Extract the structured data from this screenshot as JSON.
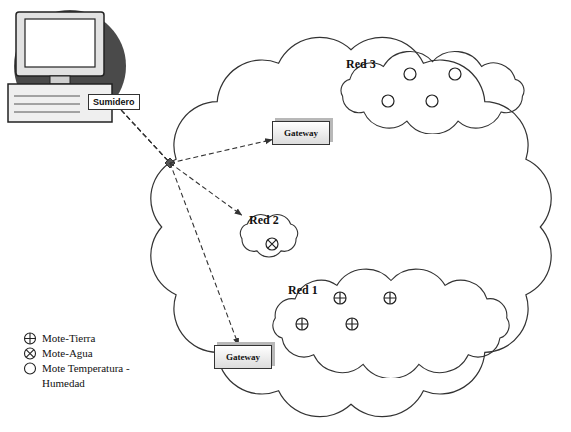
{
  "diagram": {
    "nodes": [
      {
        "text": [
          "Sumidero"
        ]
      },
      {
        "text": [
          "Red 3"
        ]
      },
      {
        "text": [
          "Gateway"
        ]
      },
      {
        "text": [
          "Red 2"
        ]
      },
      {
        "text": [
          "Red 1"
        ]
      },
      {
        "text": [
          "Gateway"
        ]
      }
    ],
    "edges": [
      {
        "from": 0,
        "to": 2,
        "arrow": "to"
      },
      {
        "from": 0,
        "to": 3,
        "arrow": "to"
      },
      {
        "from": 0,
        "to": 5,
        "arrow": "to"
      }
    ],
    "legend": [
      {
        "text": "Mote-Tierra"
      },
      {
        "text": "Mote-Agua"
      },
      {
        "text": "Mote Temperatura -Humedad"
      }
    ]
  }
}
